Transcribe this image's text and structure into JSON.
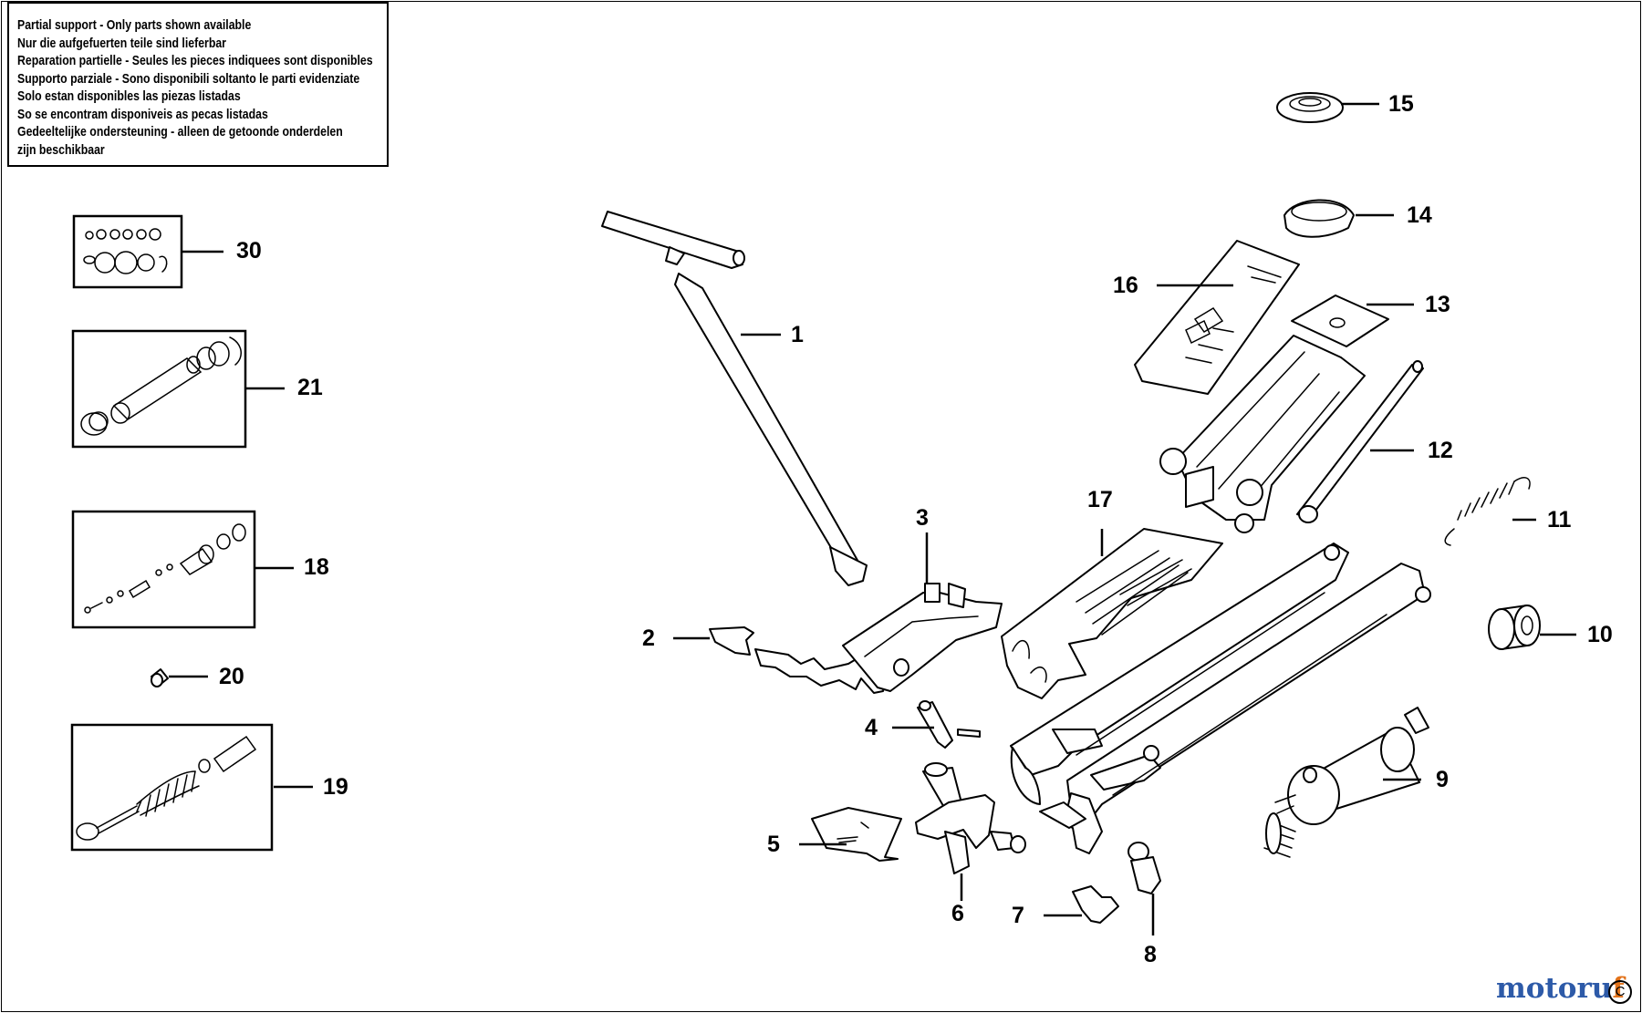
{
  "notice": {
    "lines": [
      "Partial support - Only parts shown available",
      "Nur die aufgefuerten teile sind lieferbar",
      "Reparation partielle - Seules les pieces indiquees sont disponibles",
      "Supporto parziale - Sono disponibili soltanto le parti evidenziate",
      "Solo estan disponibles las piezas listadas",
      "So se encontram disponiveis as pecas listadas",
      "Gedeeltelijke ondersteuning - alleen de getoonde onderdelen",
      "zijn beschikbaar"
    ]
  },
  "parts": {
    "p1": "1",
    "p2": "2",
    "p3": "3",
    "p4": "4",
    "p5": "5",
    "p6": "6",
    "p7": "7",
    "p8": "8",
    "p9": "9",
    "p10": "10",
    "p11": "11",
    "p12": "12",
    "p13": "13",
    "p14": "14",
    "p15": "15",
    "p16": "16",
    "p17": "17",
    "p18": "18",
    "p19": "19",
    "p20": "20",
    "p21": "21",
    "p30": "30"
  },
  "watermark": {
    "brand_main": "motoru",
    "brand_accent": "f",
    "copyright_symbol": "C"
  },
  "icons": {
    "copyright": "copyright-icon"
  },
  "colors": {
    "line": "#000000",
    "background": "#ffffff",
    "brand_blue": "#2d5aa8",
    "brand_orange": "#e2731b"
  }
}
